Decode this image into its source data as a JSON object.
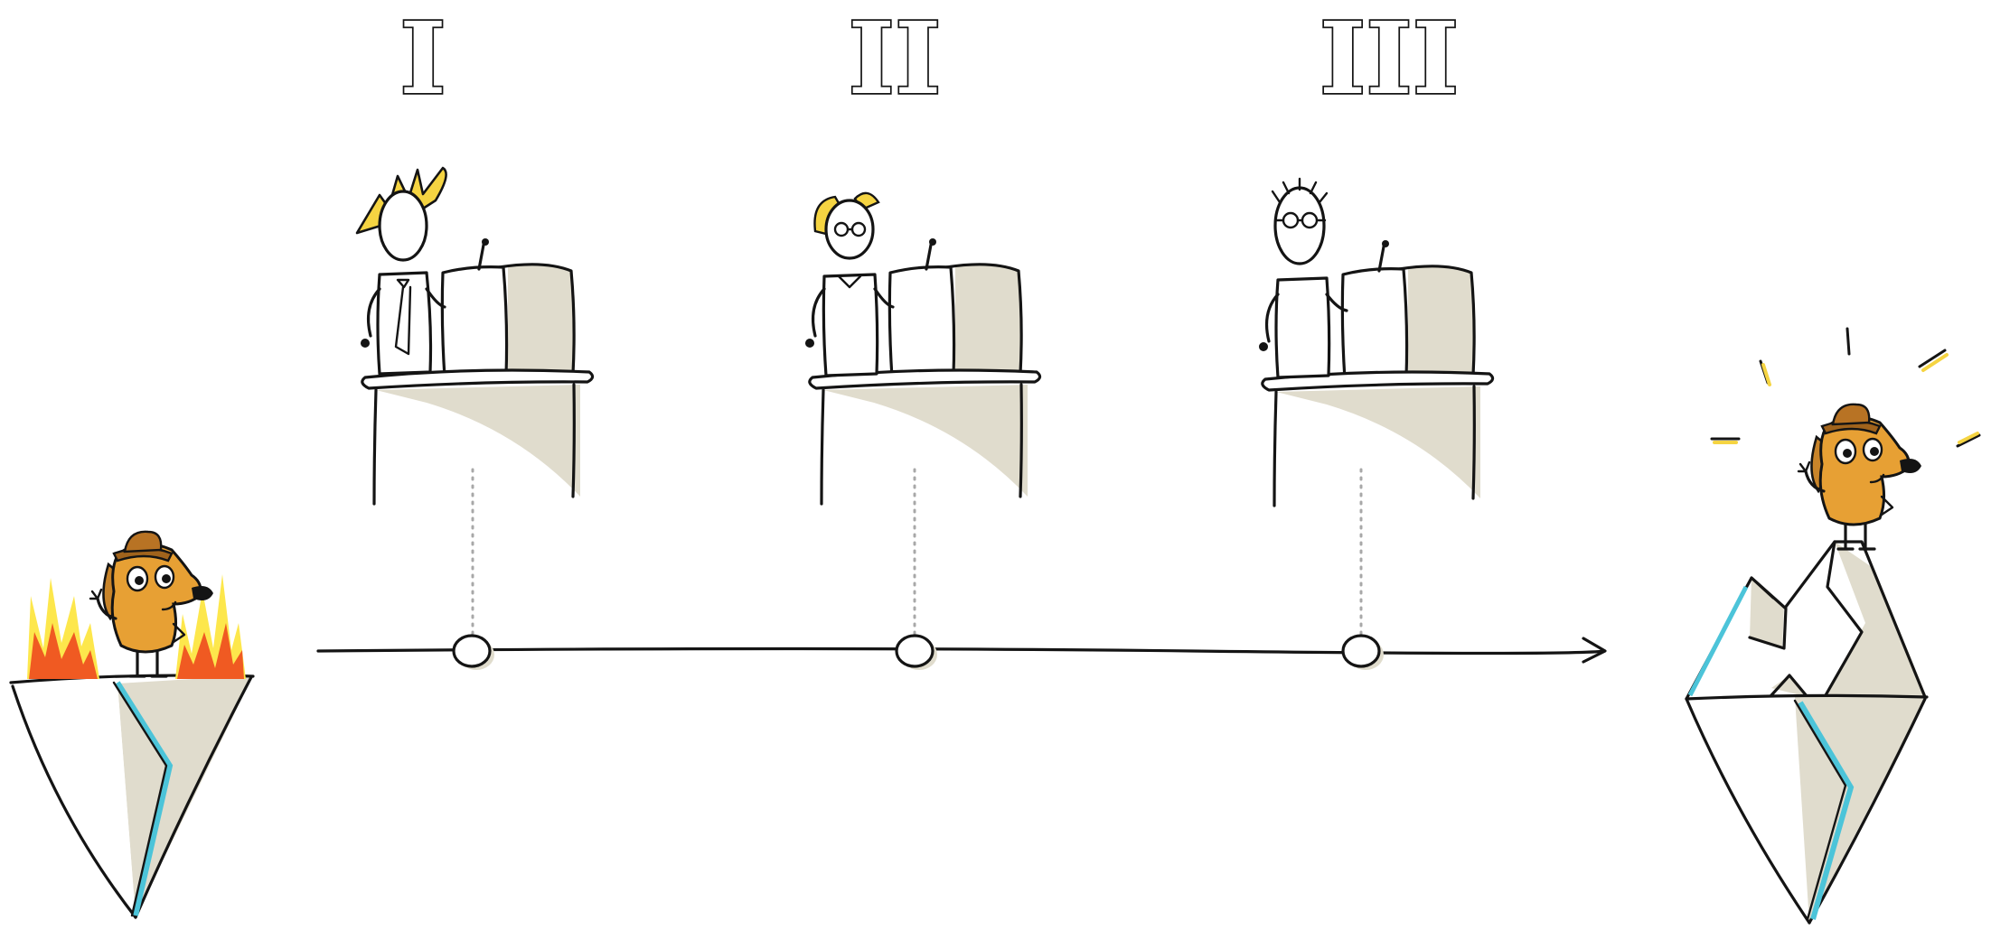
{
  "phases": [
    {
      "numeral": "I",
      "speaker": "speaker-with-spiky-hair-and-tie"
    },
    {
      "numeral": "II",
      "speaker": "speaker-with-glasses-and-collar"
    },
    {
      "numeral": "III",
      "speaker": "speaker-bald-with-glasses"
    }
  ],
  "icons": {
    "start": "dog-on-burning-iceberg",
    "end": "dog-on-mountain-iceberg",
    "timeline": "timeline-arrow"
  },
  "colors": {
    "ink": "#141414",
    "shadow": "#e0dccd",
    "dog": "#e7a034",
    "hair": "#f5d442",
    "flame_red": "#f05a22",
    "flame_yellow": "#fde74c",
    "ice_blue": "#4cc4d9"
  }
}
